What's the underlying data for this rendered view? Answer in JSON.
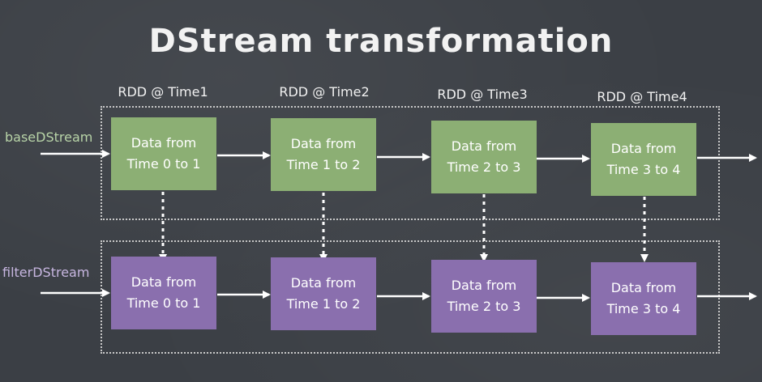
{
  "title": "DStream transformation",
  "rdd_labels": [
    "RDD @ Time1",
    "RDD @ Time2",
    "RDD @ Time3",
    "RDD @ Time4"
  ],
  "streams": {
    "base": {
      "label": "baseDStream",
      "boxes": [
        {
          "line1": "Data from",
          "line2": "Time 0 to 1"
        },
        {
          "line1": "Data from",
          "line2": "Time 1 to 2"
        },
        {
          "line1": "Data from",
          "line2": "Time 2 to 3"
        },
        {
          "line1": "Data from",
          "line2": "Time 3 to 4"
        }
      ]
    },
    "filter": {
      "label": "filterDStream",
      "boxes": [
        {
          "line1": "Data from",
          "line2": "Time 0 to 1"
        },
        {
          "line1": "Data from",
          "line2": "Time 1 to 2"
        },
        {
          "line1": "Data from",
          "line2": "Time 2 to 3"
        },
        {
          "line1": "Data from",
          "line2": "Time 3 to 4"
        }
      ]
    }
  },
  "colors": {
    "base_box": "#8caf74",
    "filter_box": "#8a6fae",
    "arrow": "#ffffff"
  }
}
